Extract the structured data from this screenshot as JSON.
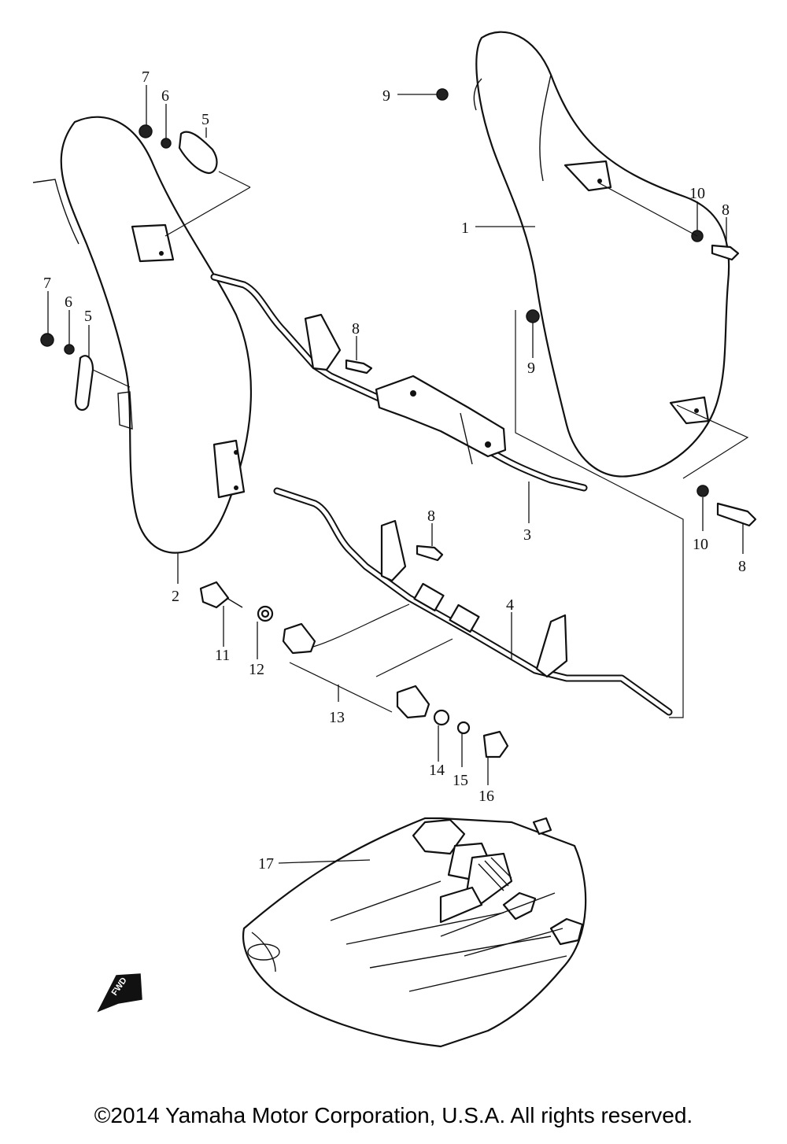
{
  "diagram": {
    "callouts": [
      {
        "id": "p1",
        "label": "1"
      },
      {
        "id": "p2",
        "label": "2"
      },
      {
        "id": "p3",
        "label": "3"
      },
      {
        "id": "p4",
        "label": "4"
      },
      {
        "id": "p5a",
        "label": "5"
      },
      {
        "id": "p5b",
        "label": "5"
      },
      {
        "id": "p6a",
        "label": "6"
      },
      {
        "id": "p6b",
        "label": "6"
      },
      {
        "id": "p7a",
        "label": "7"
      },
      {
        "id": "p7b",
        "label": "7"
      },
      {
        "id": "p8a",
        "label": "8"
      },
      {
        "id": "p8b",
        "label": "8"
      },
      {
        "id": "p8c",
        "label": "8"
      },
      {
        "id": "p8d",
        "label": "8"
      },
      {
        "id": "p9a",
        "label": "9"
      },
      {
        "id": "p9b",
        "label": "9"
      },
      {
        "id": "p10a",
        "label": "10"
      },
      {
        "id": "p10b",
        "label": "10"
      },
      {
        "id": "p11",
        "label": "11"
      },
      {
        "id": "p12",
        "label": "12"
      },
      {
        "id": "p13",
        "label": "13"
      },
      {
        "id": "p14",
        "label": "14"
      },
      {
        "id": "p15",
        "label": "15"
      },
      {
        "id": "p16",
        "label": "16"
      },
      {
        "id": "p17",
        "label": "17"
      }
    ],
    "fwd_mark": "FWD"
  },
  "copyright": "©2014 Yamaha Motor Corporation, U.S.A. All rights reserved."
}
